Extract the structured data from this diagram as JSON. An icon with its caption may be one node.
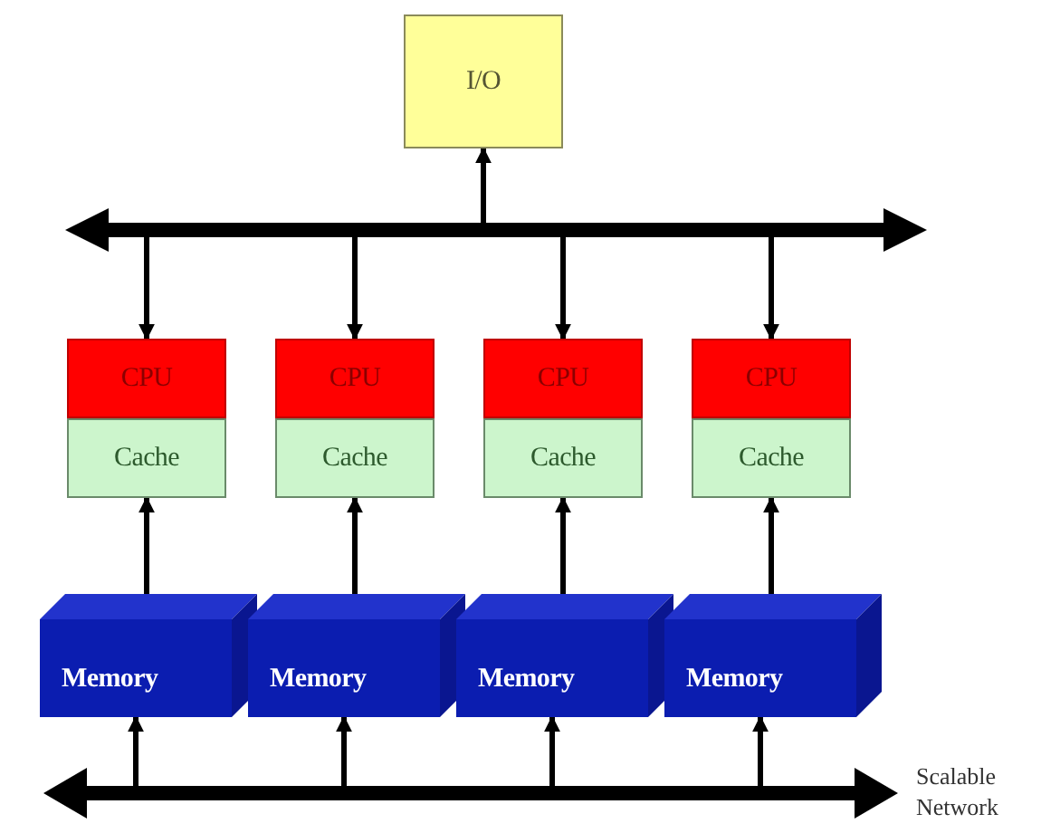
{
  "diagram": {
    "nodes": [
      {
        "text": [
          "I/O"
        ]
      },
      {
        "text": [],
        "shape": "bar"
      },
      {
        "text": [
          "CPU"
        ]
      },
      {
        "text": [
          "CPU"
        ]
      },
      {
        "text": [
          "CPU"
        ]
      },
      {
        "text": [
          "CPU"
        ]
      },
      {
        "text": [
          "Cache"
        ]
      },
      {
        "text": [
          "Cache"
        ]
      },
      {
        "text": [
          "Cache"
        ]
      },
      {
        "text": [
          "Cache"
        ]
      },
      {
        "text": [
          "Memory"
        ]
      },
      {
        "text": [
          "Memory"
        ]
      },
      {
        "text": [
          "Memory"
        ]
      },
      {
        "text": [
          "Memory"
        ]
      },
      {
        "text": [],
        "shape": "bar",
        "beside": [
          "Scalable Network"
        ]
      }
    ],
    "edges": [
      {
        "from": 1,
        "to": 0,
        "arrow": "to"
      },
      {
        "from": 1,
        "to": 2,
        "arrow": "to"
      },
      {
        "from": 1,
        "to": 3,
        "arrow": "to"
      },
      {
        "from": 1,
        "to": 4,
        "arrow": "to"
      },
      {
        "from": 1,
        "to": 5,
        "arrow": "to"
      },
      {
        "from": 10,
        "to": 6,
        "arrow": "to"
      },
      {
        "from": 11,
        "to": 7,
        "arrow": "to"
      },
      {
        "from": 12,
        "to": 8,
        "arrow": "to"
      },
      {
        "from": 13,
        "to": 9,
        "arrow": "to"
      },
      {
        "from": 14,
        "to": 10,
        "arrow": "to"
      },
      {
        "from": 14,
        "to": 11,
        "arrow": "to"
      },
      {
        "from": 14,
        "to": 12,
        "arrow": "to"
      },
      {
        "from": 14,
        "to": 13,
        "arrow": "to"
      }
    ]
  }
}
